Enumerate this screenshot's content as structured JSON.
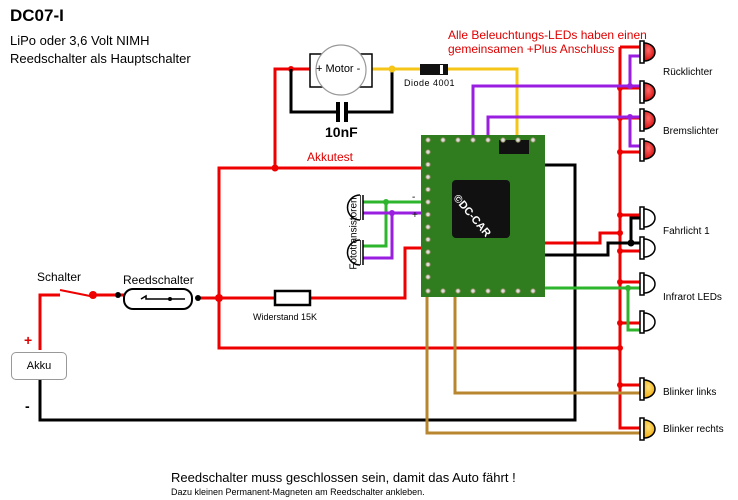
{
  "header": {
    "title": "DC07-I",
    "subtitle1": "LiPo oder 3,6 Volt NIMH",
    "subtitle2": "Reedschalter als Hauptschalter"
  },
  "note": {
    "line1": "Alle Beleuchtungs-LEDs haben einen",
    "line2": "gemeinsamen +Plus Anschluss"
  },
  "components": {
    "motor": "+ Motor -",
    "diode": "Diode 4001",
    "capacitor": "10nF",
    "akkutest": "Akkutest",
    "phototransistors": "Fototransistoren",
    "switch": "Schalter",
    "reed_switch": "Reedschalter",
    "resistor": "Widerstand 15K",
    "battery": "Akku",
    "plus": "+",
    "minus": "-",
    "decoder_copyright": "©DC-CAR",
    "pin_minus": "-",
    "pin_plus": "+"
  },
  "leds": [
    {
      "label": "Rücklichter",
      "color": "red"
    },
    {
      "label": "Bremslichter",
      "color": "red"
    },
    {
      "label": "Fahrlicht 1",
      "color": "white"
    },
    {
      "label": "Infrarot LEDs",
      "color": "white"
    },
    {
      "label": "Blinker links",
      "color": "amber"
    },
    {
      "label": "Blinker rechts",
      "color": "amber"
    }
  ],
  "footer": {
    "line1": "Reedschalter muss geschlossen sein, damit das Auto fährt !",
    "line2": "Dazu kleinen Permanent-Magneten am Reedschalter ankleben."
  },
  "colors": {
    "plus_wire": "#ee0000",
    "ground_wire": "#000000",
    "motor_wire": "#f5c518",
    "brake_wire": "#9a1ee0",
    "ir_wire": "#2db52d",
    "blinker_wire": "#b8862e",
    "pcb": "#2f7d1e"
  }
}
